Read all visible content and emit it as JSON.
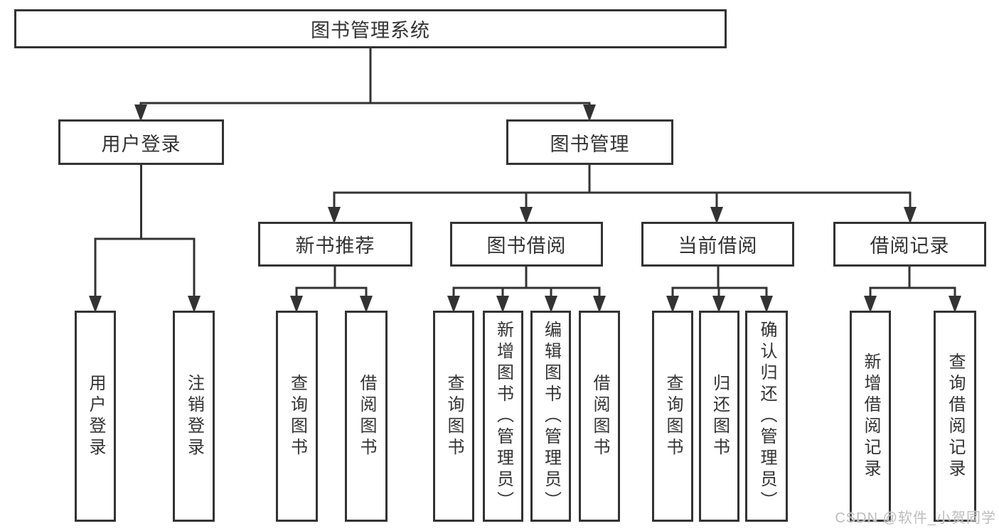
{
  "colors": {
    "line": "#333333",
    "box_border": "#333333",
    "text": "#333333",
    "watermark": "#bdbdbd",
    "background": "#ffffff"
  },
  "diagram": {
    "root": {
      "label": "图书管理系统"
    },
    "branches": [
      {
        "label": "用户登录",
        "children": [
          {
            "label": "用户登录"
          },
          {
            "label": "注销登录"
          }
        ]
      },
      {
        "label": "图书管理",
        "children": [
          {
            "label": "新书推荐",
            "children": [
              {
                "label": "查询图书"
              },
              {
                "label": "借阅图书"
              }
            ]
          },
          {
            "label": "图书借阅",
            "children": [
              {
                "label": "查询图书"
              },
              {
                "label": "新增图书（管理员）"
              },
              {
                "label": "编辑图书（管理员）"
              },
              {
                "label": "借阅图书"
              }
            ]
          },
          {
            "label": "当前借阅",
            "children": [
              {
                "label": "查询图书"
              },
              {
                "label": "归还图书"
              },
              {
                "label": "确认归还（管理员）"
              }
            ]
          },
          {
            "label": "借阅记录",
            "children": [
              {
                "label": "新增借阅记录"
              },
              {
                "label": "查询借阅记录"
              }
            ]
          }
        ]
      }
    ]
  },
  "watermark": {
    "text": "CSDN @软件_小贺同学"
  }
}
